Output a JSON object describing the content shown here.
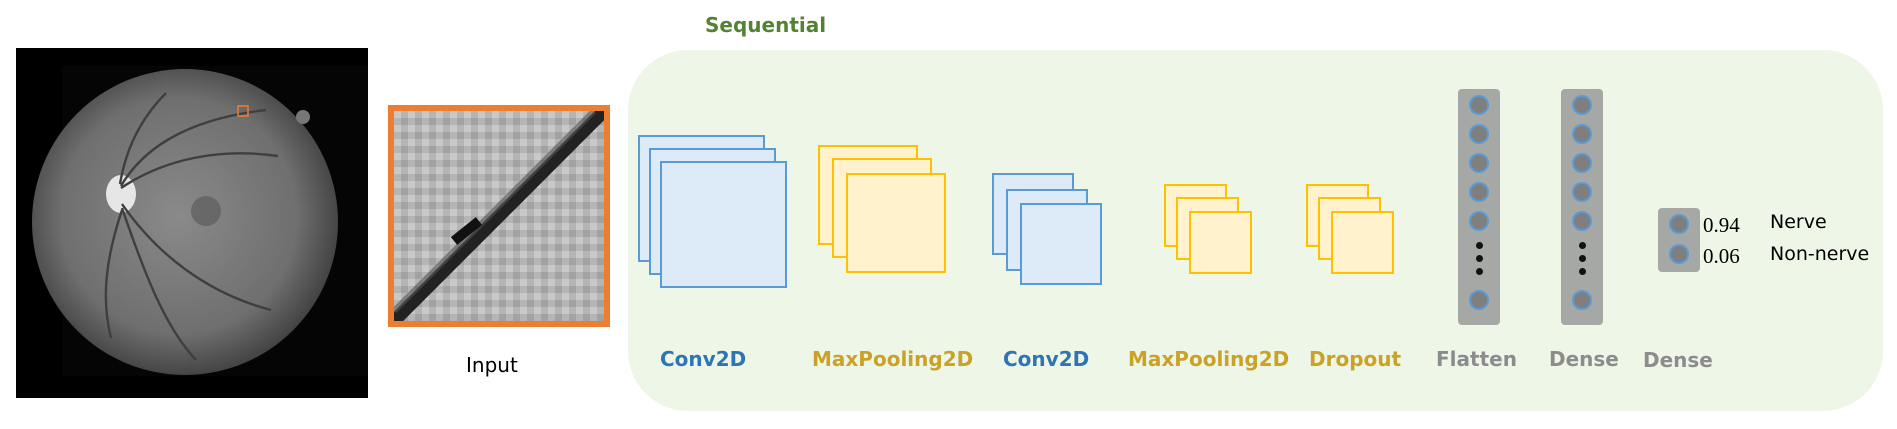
{
  "container": {
    "title": "Sequential"
  },
  "input": {
    "label": "Input"
  },
  "layers": [
    {
      "name": "Conv2D",
      "color": "#2e75b6"
    },
    {
      "name": "MaxPooling2D",
      "color": "#c9a227"
    },
    {
      "name": "Conv2D",
      "color": "#2e75b6"
    },
    {
      "name": "MaxPooling2D",
      "color": "#c9a227"
    },
    {
      "name": "Dropout",
      "color": "#c9a227"
    },
    {
      "name": "Flatten",
      "color": "#8c8c8c"
    },
    {
      "name": "Dense",
      "color": "#8c8c8c"
    },
    {
      "name": "Dense",
      "color": "#8c8c8c"
    }
  ],
  "output": {
    "values": [
      "0.94",
      "0.06"
    ],
    "labels": [
      "Nerve",
      "Non-nerve"
    ]
  },
  "colors": {
    "conv": "#5b9bd5",
    "pool": "#ffc000",
    "container": "#eef6e7",
    "highlight": "#ed7d31"
  }
}
